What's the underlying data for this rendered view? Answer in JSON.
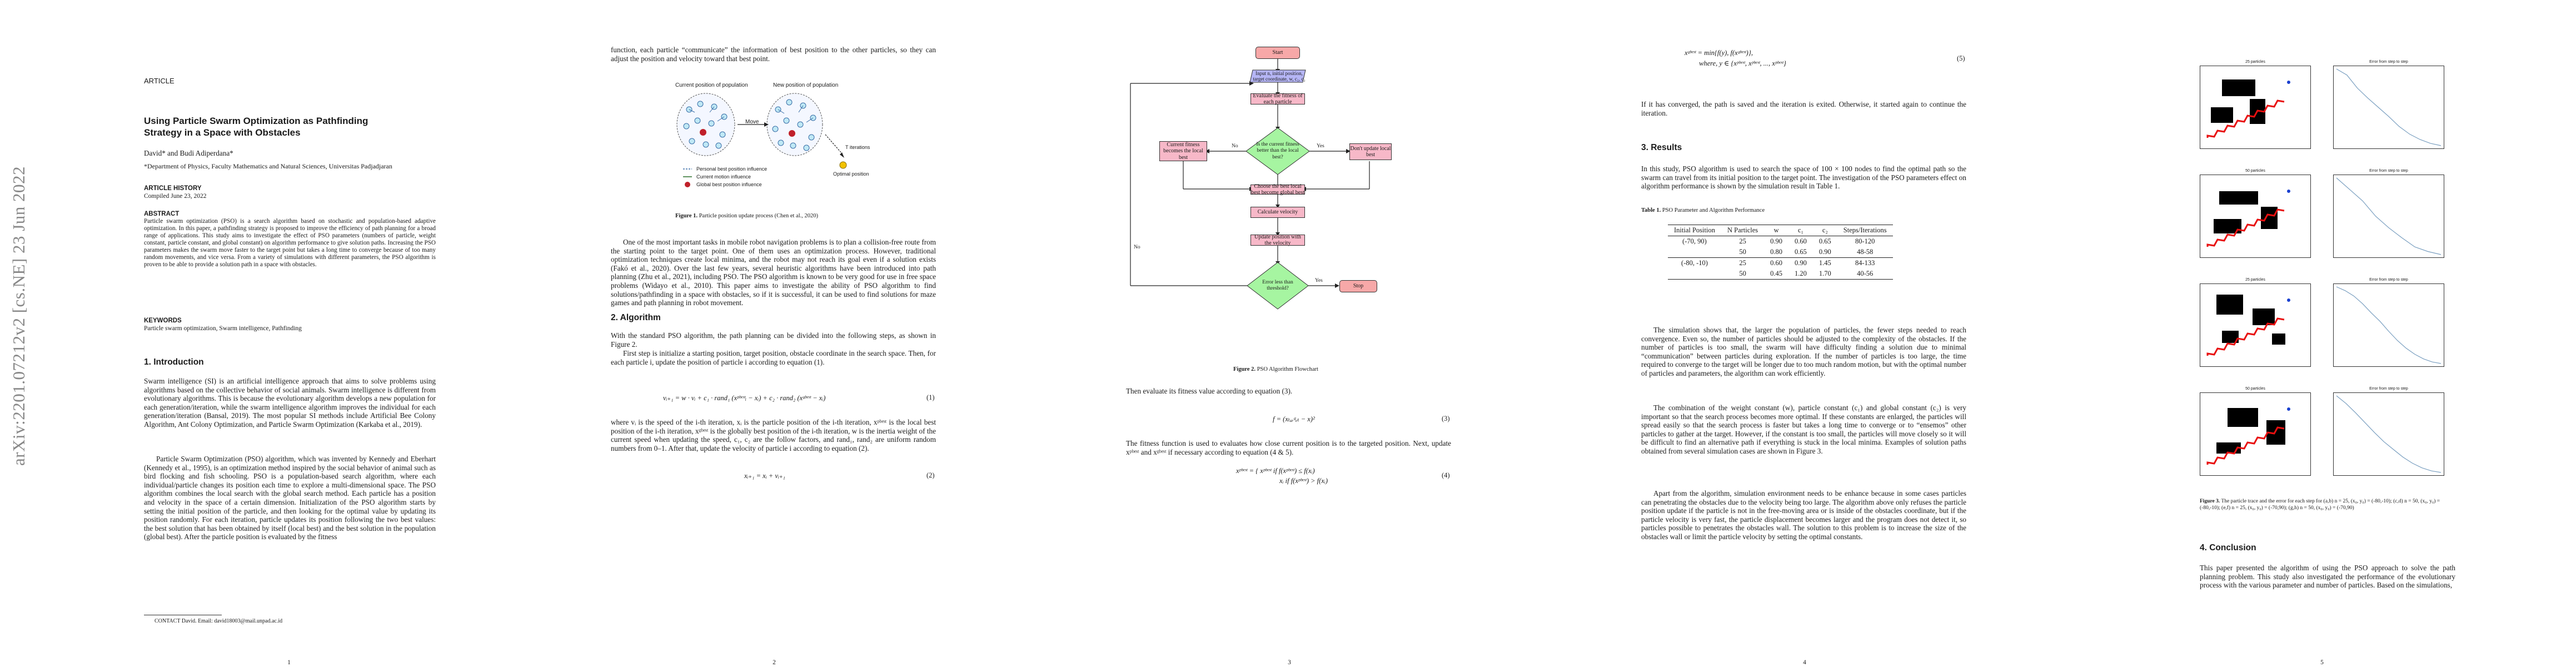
{
  "page1": {
    "arxiv_id": "arXiv:2201.07212v2  [cs.NE]  23 Jun 2022",
    "category": "ARTICLE",
    "title": "Using Particle Swarm Optimization as Pathfinding Strategy in a Space with Obstacles",
    "authors": "David* and Budi Adiperdana*",
    "affiliation": "*Department of Physics, Faculty Mathematics and Natural Sciences, Universitas Padjadjaran",
    "history_head": "ARTICLE HISTORY",
    "history": "Compiled June 23, 2022",
    "abstract_head": "ABSTRACT",
    "abstract": "Particle swarm optimization (PSO) is a search algorithm based on stochastic and population-based adaptive optimization. In this paper, a pathfinding strategy is proposed to improve the efficiency of path planning for a broad range of applications. This study aims to investigate the effect of PSO parameters (numbers of particle, weight constant, particle constant, and global constant) on algorithm performance to give solution paths. Increasing the PSO parameters makes the swarm move faster to the target point but takes a long time to converge because of too many random movements, and vice versa. From a variety of simulations with different parameters, the PSO algorithm is proven to be able to provide a solution path in a space with obstacles.",
    "keywords_head": "KEYWORDS",
    "keywords": "Particle swarm optimization, Swarm intelligence, Pathfinding",
    "intro_head": "1.  Introduction",
    "intro_p1": "Swarm intelligence (SI) is an artificial intelligence approach that aims to solve problems using algorithms based on the collective behavior of social animals. Swarm intelligence is different from evolutionary algorithms. This is because the evolutionary algorithm develops a new population for each generation/iteration, while the swarm intelligence algorithm improves the individual for each generation/iteration (Bansal, 2019). The most popular SI methods include Artificial Bee Colony Algorithm, Ant Colony Optimization, and Particle Swarm Optimization (Karkaba et al., 2019).",
    "intro_p2": "Particle Swarm Optimization (PSO) algorithm, which was invented by Kennedy and Eberhart (Kennedy et al., 1995), is an optimization method inspired by the social behavior of animal such as bird flocking and fish schooling. PSO is a population-based search algorithm, where each individual/particle changes its position each time to explore a multi-dimensional space. The PSO algorithm combines the local search with the global search method. Each particle has a position and velocity in the space of a certain dimension. Initialization of the PSO algorithm starts by setting the initial position of the particle, and then looking for the optimal value by updating its position randomly. For each iteration, particle updates its position following the two best values: the best solution that has been obtained by itself (local best) and the best solution in the population (global best). After the particle position is evaluated by the fitness",
    "footnote": "CONTACT David. Email: david18003@mail.unpad.ac.id",
    "pagenum": "1"
  },
  "page2": {
    "top_text": "function, each particle “communicate” the information of best position to the other particles, so they can adjust the position and velocity toward that best point.",
    "fig1_label_left": "Current position of population",
    "fig1_label_right": "New position of population",
    "fig1_move": "Move",
    "fig1_legend": [
      "Personal best position influence",
      "Current motion influence",
      "Global best position influence"
    ],
    "fig1_iter": "T iterations",
    "fig1_opt": "Optimal position",
    "fig1_caption_label": "Figure 1.",
    "fig1_caption": "Particle position update process (Chen et al., 2020)",
    "para1": "One of the most important tasks in mobile robot navigation problems is to plan a collision-free route from the starting point to the target point. One of them uses an optimization process. However, traditional optimization techniques create local minima, and the robot may not reach its goal even if a solution exists (Fakó et al., 2020). Over the last few years, several heuristic algorithms have been introduced into path planning (Zhu et al., 2021), including PSO. The PSO algorithm is known to be very good for use in free space problems (Widayo et al., 2010). This paper aims to investigate the ability of PSO algorithm to find solutions/pathfinding in a space with obstacles, so if it is successful, it can be used to find solutions for maze games and path planning in robot movement.",
    "alg_head": "2.  Algorithm",
    "alg_p1": "With the standard PSO algorithm, the path planning can be divided into the following steps, as shown in Figure 2.",
    "alg_p2": "First step is initialize a starting position, target position, obstacle coordinate in the search space. Then, for each particle i, update the position of particle i according to equation (1).",
    "eq1": "vᵢ₊₁ = w · vᵢ + c₁ · rand₁ (xᵖᵇᵉˢᵗᵢ − xᵢ) + c₂ · rand₂ (xᵍᵇᵉˢᵗ − xᵢ)",
    "eq1_num": "(1)",
    "alg_p3": "where vᵢ is the speed of the i-th iteration, xᵢ is the particle position of the i-th iteration, xᵖᵇᵉˢᵗ is the local best position of the i-th iteration, xᵍᵇᵉˢᵗ is the globally best position of the i-th iteration, w is the inertia weight of the current speed when updating the speed, c₁, c₂ are the follow factors, and rand₁, rand₂ are uniform random numbers from 0–1. After that, update the velocity of particle i according to equation (2).",
    "eq2": "xᵢ₊₁ = xᵢ + vᵢ₊₁",
    "eq2_num": "(2)",
    "pagenum": "2"
  },
  "page3": {
    "fc": {
      "start": "Start",
      "input": "Input n, initial position, target coordinate, w, c₁, c₂",
      "evaluate": "Evaluate the fitness of each particle",
      "decision1": "Is the current fitness better than the local best?",
      "no_box": "Current fitness becomes the local best",
      "yes_box": "Don't update local best",
      "choose": "Choose the best local best become global best",
      "calc_v": "Calculate velocity",
      "update": "Update position with the velocity",
      "decision2": "Error less than threshold?",
      "stop": "Stop",
      "no": "No",
      "yes": "Yes"
    },
    "fig2_caption_label": "Figure 2.",
    "fig2_caption": "PSO Algorithm Flowchart",
    "para1": "Then evaluate its fitness value according to equation (3).",
    "eq3": "f = (xₜₐᵣᵍₑₜ − x)²",
    "eq3_num": "(3)",
    "para2": "The fitness function is used to evaluates how close current position is to the targeted position. Next, update xᵖᵇᵉˢᵗ and xᵍᵇᵉˢᵗ if necessary according to equation (4 & 5).",
    "eq4_a": "xᵖᵇᵉˢᵗ = { xᵖᵇᵉˢᵗ   if f(xᵖᵇᵉˢᵗ) ≤ f(xᵢ)",
    "eq4_b": "xᵢ   if f(xᵖᵇᵉˢᵗ) > f(xᵢ)",
    "eq4_num": "(4)",
    "pagenum": "3"
  },
  "page4": {
    "eq5_a": "xᵍᵇᵉˢᵗ = min{f(y),   f(xᵍᵇᵉˢᵗ)},",
    "eq5_b": "where,   y ∈ {xᵖᵇᵉˢᵗ, xᵖᵇᵉˢᵗ, ..., xᵖᵇᵉˢᵗ}",
    "eq5_num": "(5)",
    "para1": "If it has converged, the path is saved and the iteration is exited. Otherwise, it started again to continue the iteration.",
    "results_head": "3.  Results",
    "results_p1": "In this study, PSO algorithm is used to search the space of 100 × 100 nodes to find the optimal path so the swarm can travel from its initial position to the target point. The investigation of the PSO parameters effect on algorithm performance is shown by the simulation result in Table 1.",
    "table_caption_label": "Table 1.",
    "table_caption": "PSO Parameter and Algorithm Performance",
    "table_headers": [
      "Initial Position",
      "N Particles",
      "w",
      "c₁",
      "c₂",
      "Steps/Iterations"
    ],
    "table_rows": [
      [
        "(-70, 90)",
        "25",
        "0.90",
        "0.60",
        "0.65",
        "80-120"
      ],
      [
        "",
        "50",
        "0.80",
        "0.65",
        "0.90",
        "48-58"
      ],
      [
        "(-80, -10)",
        "25",
        "0.60",
        "0.90",
        "1.45",
        "84-133"
      ],
      [
        "",
        "50",
        "0.45",
        "1.20",
        "1.70",
        "40-56"
      ]
    ],
    "results_p2": "The simulation shows that, the larger the population of particles, the fewer steps needed to reach convergence. Even so, the number of particles should be adjusted to the complexity of the obstacles. If the number of particles is too small, the swarm will have difficulty finding a solution due to minimal “communication” between particles during exploration. If the number of particles is too large, the time required to converge to the target will be longer due to too much random motion, but with the optimal number of particles and parameters, the algorithm can work efficiently.",
    "results_p3": "The combination of the weight constant (w), particle constant (c₁) and global constant (c₂) is very important so that the search process becomes more optimal. If these constants are enlarged, the particles will spread easily so that the search process is faster but takes a long time to converge or to “ensemos” other particles to gather at the target. However, if the constant is too small, the particles will move closely so it will be difficult to find an alternative path if everything is stuck in the local minima. Examples of solution paths obtained from several simulation cases are shown in Figure 3.",
    "results_p4": "Apart from the algorithm, simulation environment needs to be enhance because in some cases particles can penetrating the obstacles due to the velocity being too large. The algorithm above only refuses the particle position update if the particle is not in the free-moving area or is inside of the obstacles coordinate, but if the particle velocity is very fast, the particle displacement becomes larger and the program does not detect it, so particles possible to penetrates the obstacles wall. The solution to this problem is to increase the size of the obstacles wall or limit the particle velocity by setting the optimal constants.",
    "pagenum": "4"
  },
  "page5": {
    "sim_titles": [
      "25 particles",
      "50 particles",
      "25 particles",
      "50 particles"
    ],
    "err_title": "Error from step to step",
    "fig3_caption_label": "Figure 3.",
    "fig3_caption": "The particle trace and the error for each step for (a,b) n = 25, (x₀, y₀) = (-80,-10); (c,d) n = 50, (x₀, y₀) = (-80,-10); (e,f) n = 25, (x₀, y₀) = (-70,90); (g,h) n = 50, (x₀, y₀) = (-70,90)",
    "concl_head": "4.  Conclusion",
    "concl_p1": "This paper presented the algorithm of using the PSO approach to solve the path planning problem. This study also investigated the performance of the evolutionary process with the various parameter and number of particles. Based on the simulations,",
    "pagenum": "5"
  },
  "chart_data": [
    {
      "type": "line",
      "title": "Error from step to step",
      "x": [
        0,
        10,
        20,
        30,
        40,
        50,
        60,
        70,
        80,
        90,
        100
      ],
      "values": [
        1.0,
        0.92,
        0.75,
        0.62,
        0.5,
        0.38,
        0.25,
        0.15,
        0.08,
        0.03,
        0.0
      ]
    },
    {
      "type": "line",
      "title": "Error from step to step",
      "x": [
        0,
        10,
        20,
        30,
        40,
        50,
        60,
        70,
        80
      ],
      "values": [
        1.0,
        0.85,
        0.7,
        0.5,
        0.35,
        0.22,
        0.1,
        0.04,
        0.0
      ]
    },
    {
      "type": "line",
      "title": "Error from step to step",
      "x": [
        0,
        10,
        20,
        30,
        40,
        50,
        60,
        70,
        80,
        90,
        100,
        110,
        120
      ],
      "values": [
        1.0,
        0.95,
        0.88,
        0.78,
        0.66,
        0.55,
        0.42,
        0.3,
        0.2,
        0.12,
        0.06,
        0.02,
        0.0
      ]
    },
    {
      "type": "line",
      "title": "Error from step to step",
      "x": [
        0,
        5,
        10,
        15,
        20,
        25,
        30,
        35,
        40,
        45,
        50,
        55
      ],
      "values": [
        1.0,
        0.9,
        0.78,
        0.65,
        0.52,
        0.4,
        0.3,
        0.2,
        0.12,
        0.06,
        0.02,
        0.0
      ]
    }
  ],
  "colors": {
    "flow_pink": "#f7b8c8",
    "flow_green": "#a6f5a1",
    "flow_purple": "#b5b5f5",
    "flow_red": "#f7a8a8",
    "trace_red": "#e81010",
    "line_blue": "#7a9fc0",
    "arxiv_gray": "#888888"
  }
}
